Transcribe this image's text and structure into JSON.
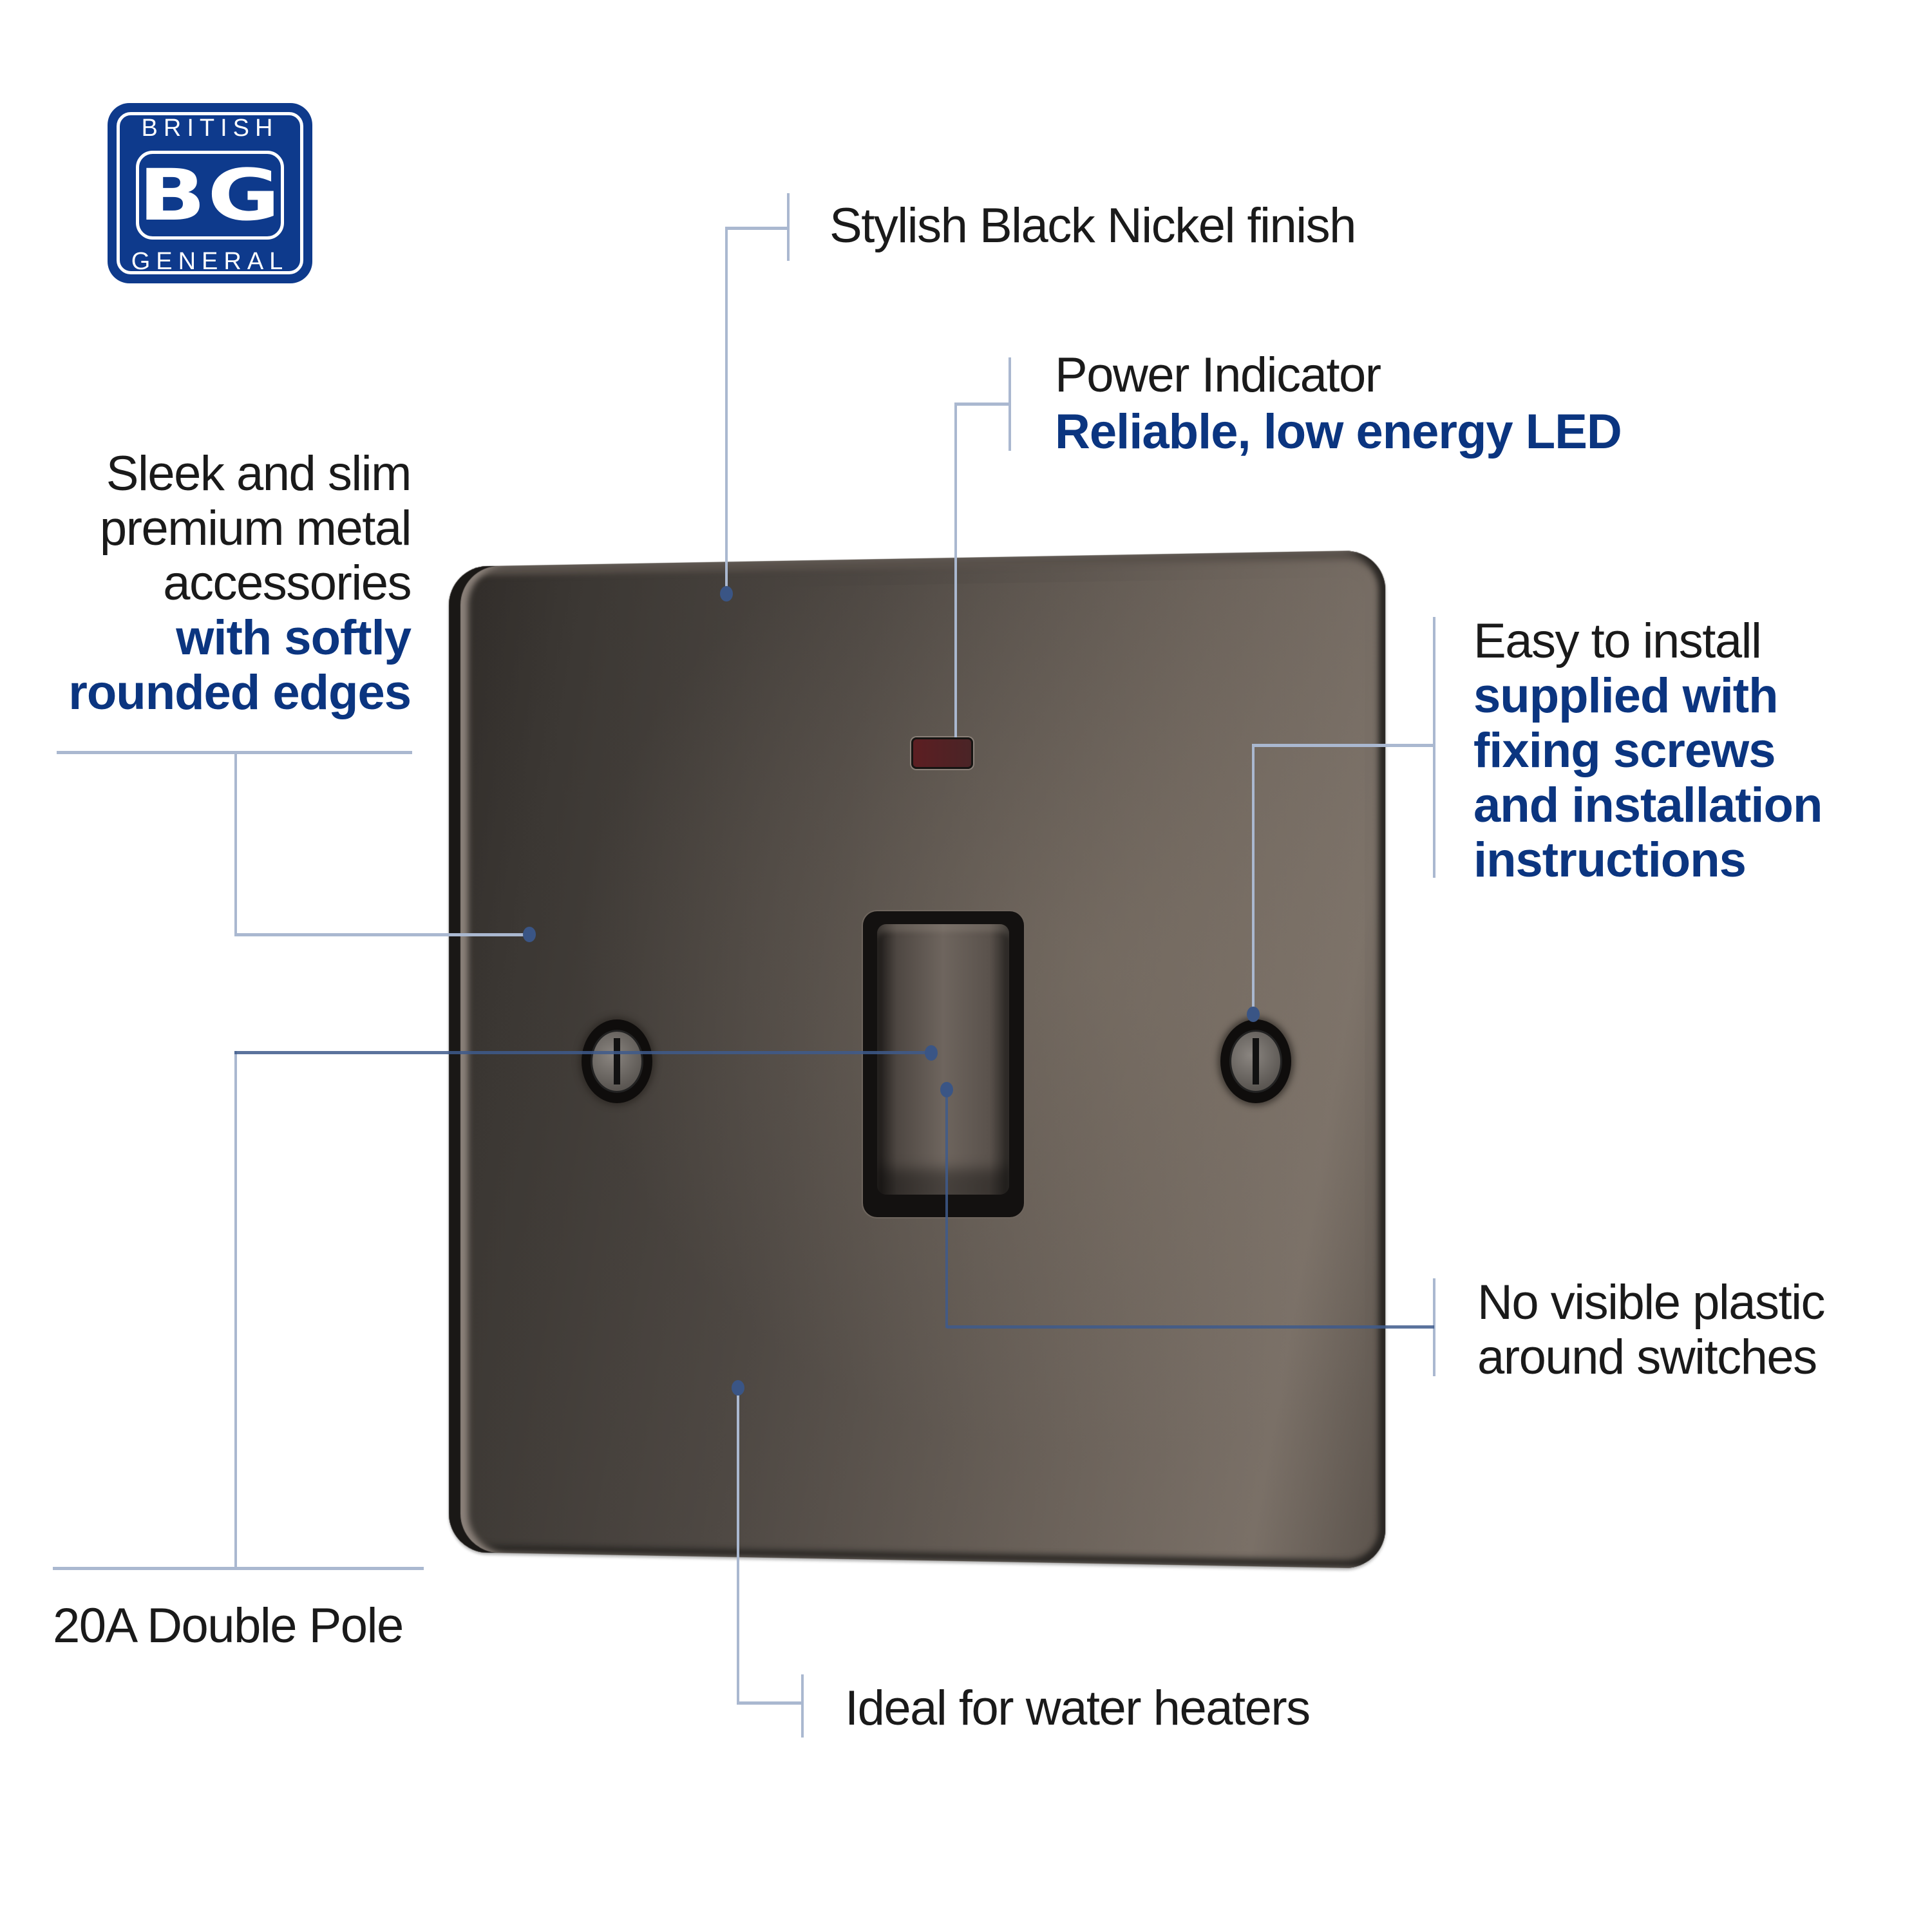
{
  "brand": {
    "top": "BRITISH",
    "mark": "BG",
    "bottom": "GENERAL",
    "color": "#0e3a8c"
  },
  "callouts": {
    "finish": {
      "text": "Stylish Black Nickel finish"
    },
    "power": {
      "title": "Power Indicator",
      "highlight": "Reliable, low energy LED"
    },
    "sleek": {
      "lines": [
        "Sleek and slim",
        "premium metal",
        "accessories"
      ],
      "highlight": [
        "with softly",
        "rounded edges"
      ]
    },
    "install": {
      "title": "Easy to install",
      "highlight": [
        "supplied with",
        "fixing screws",
        "and installation",
        "instructions"
      ]
    },
    "plastic": {
      "lines": [
        "No visible plastic",
        "around switches"
      ]
    },
    "rating": {
      "text": "20A Double Pole"
    },
    "use": {
      "text": "Ideal for water heaters"
    }
  },
  "product": {
    "type": "switch-plate",
    "finish_color": "#4e4843",
    "led_color": "#5c1e22"
  },
  "colors": {
    "highlight_text": "#0b3580",
    "body_text": "#1a1a1a",
    "connector_line": "#aab8d0"
  }
}
